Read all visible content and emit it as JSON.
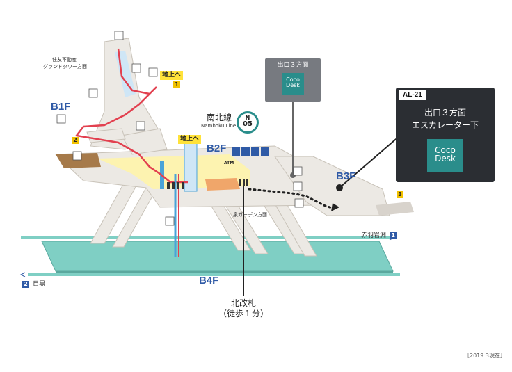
{
  "floors": {
    "b1f": "B1F",
    "b2f": "B2F",
    "b3f": "B3F",
    "b4f": "B4F"
  },
  "line_badge": {
    "name_ja": "南北線",
    "name_en": "Namboku Line",
    "letter": "N",
    "number": "05"
  },
  "labels": {
    "sumitomo_line1": "住友不動産",
    "sumitomo_line2": "グランドタワー方面",
    "to_ground_1": "地上へ",
    "to_ground_2": "地上へ",
    "izumi_garden": "泉ガーデン方面",
    "atm": "ATM"
  },
  "exits": {
    "exit1": "1",
    "exit2": "2",
    "exit3": "3"
  },
  "exit3_callout": {
    "title": "出口３方面",
    "coco_line1": "Coco",
    "coco_line2": "Desk"
  },
  "al21_callout": {
    "code": "AL-21",
    "line1": "出口３方面",
    "line2": "エスカレーター下",
    "coco_line1": "Coco",
    "coco_line2": "Desk"
  },
  "north_gate": {
    "line1": "北改札",
    "line2": "（徒歩１分）"
  },
  "directions": {
    "akabane_label": "赤羽岩淵",
    "akabane_num": "1",
    "meguro_num": "2",
    "meguro_label": "目黒"
  },
  "footnote": "［2019.3現在］",
  "colors": {
    "platform": "#7fcfc4",
    "concourse": "#ece9e4",
    "wall": "#d8d3cc",
    "floor_label": "#2f5aa6",
    "route_red": "#e2404f",
    "elevator_blue": "#4aa3d8",
    "coco_teal": "#2a8d8b",
    "callout_dark": "#2b2e33",
    "accent_yellow": "#ffe23a",
    "shop_brown": "#a67a4a"
  }
}
